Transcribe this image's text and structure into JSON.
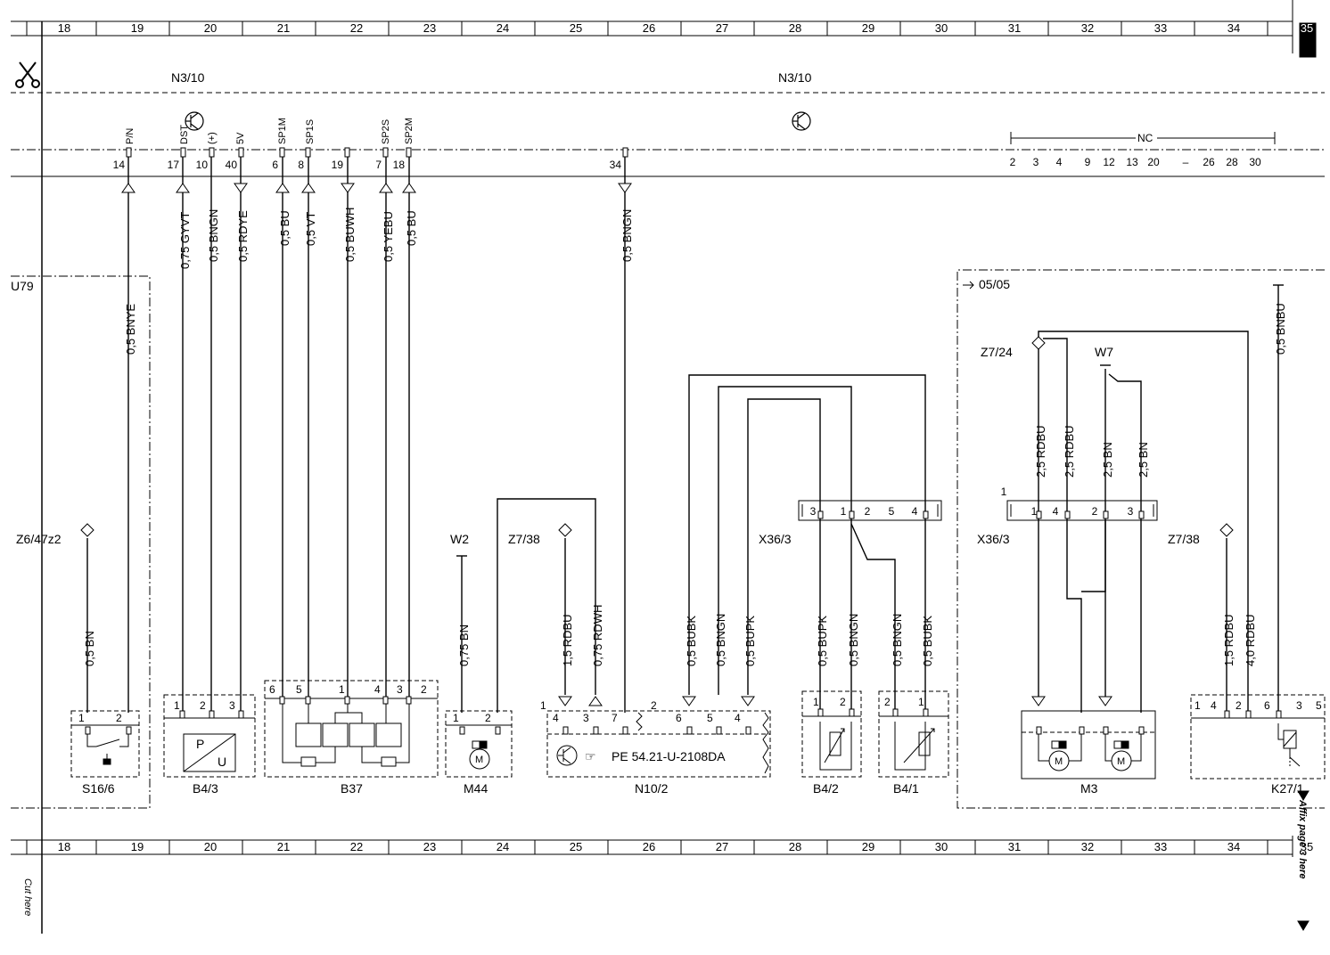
{
  "grid_numbers": [
    "18",
    "19",
    "20",
    "21",
    "22",
    "23",
    "24",
    "25",
    "26",
    "27",
    "28",
    "29",
    "30",
    "31",
    "32",
    "33",
    "34",
    "35"
  ],
  "unit_labels": {
    "n3_10_left": "N3/10",
    "n3_10_right": "N3/10",
    "u79": "U79",
    "date_0505": "05/05",
    "nc": "NC"
  },
  "top_signals": {
    "p_n": "P/N",
    "dst": "DST",
    "plus": "(+)",
    "sv5": "5V",
    "sp1m": "SP1M",
    "sp1s": "SP1S",
    "sp2s": "SP2S",
    "sp2m": "SP2M"
  },
  "top_pins": {
    "p14": "14",
    "p17": "17",
    "p10": "10",
    "p40": "40",
    "p6": "6",
    "p8": "8",
    "p19": "19",
    "p7": "7",
    "p18": "18",
    "p34": "34",
    "nc_pins": [
      "2",
      "3",
      "4",
      "9",
      "12",
      "13",
      "20",
      "–",
      "26",
      "28",
      "30"
    ]
  },
  "wires": {
    "w_05bnye": "0,5 BNYE",
    "w_075gyvt": "0,75 GYVT",
    "w_05bngn_a": "0,5 BNGN",
    "w_05rdye": "0,5 RDYE",
    "w_05bu_a": "0,5 BU",
    "w_05vt": "0,5 VT",
    "w_05buwh": "0,5 BUWH",
    "w_05yebu": "0,5 YEBU",
    "w_05bu_b": "0,5 BU",
    "w_05bngn_top": "0,5 BNGN",
    "w_05bn_s16": "0,5 BN",
    "w_075bn_m44": "0,75 BN",
    "w_15rdbu_n10": "1,5 RDBU",
    "w_075rdwh": "0,75 RDWH",
    "w_05bubk_a": "0,5 BUBK",
    "w_05bngn_b": "0,5 BNGN",
    "w_05bupk_a": "0,5 BUPK",
    "w_05bupk_b": "0,5 BUPK",
    "w_05bngn_c": "0,5 BNGN",
    "w_05bngn_d": "0,5 BNGN",
    "w_05bubk_b": "0,5 BUBK",
    "w_25rdbu_a": "2,5 RDBU",
    "w_25rdbu_b": "2,5 RDBU",
    "w_25bn_a": "2,5 BN",
    "w_25bn_b": "2,5 BN",
    "w_05bnbu": "0,5 BNBU",
    "w_15rdbu_k27": "1,5 RDBU",
    "w_40rdbu": "4,0 RDBU"
  },
  "ground_labels": {
    "z6_47z2": "Z6/47z2",
    "w2": "W2",
    "z7_38_a": "Z7/38",
    "x36_3_a": "X36/3",
    "z7_24": "Z7/24",
    "w7": "W7",
    "x36_3_b": "X36/3",
    "z7_38_b": "Z7/38"
  },
  "components": {
    "s16_6": "S16/6",
    "b4_3": "B4/3",
    "b37": "B37",
    "m44": "M44",
    "n10_2": "N10/2",
    "b4_2": "B4/2",
    "b4_1": "B4/1",
    "m3": "M3",
    "k27_1": "K27/1"
  },
  "component_pins": {
    "s16_1": "1",
    "s16_2": "2",
    "b43_1": "1",
    "b43_2": "2",
    "b43_3": "3",
    "b37_6": "6",
    "b37_5": "5",
    "b37_1": "1",
    "b37_4": "4",
    "b37_3": "3",
    "b37_2": "2",
    "m44_1": "1",
    "m44_2": "2",
    "n10_1": "1",
    "n10_4": "4",
    "n10_3": "3",
    "n10_7": "7",
    "n10_2": "2",
    "n10_6": "6",
    "n10_5": "5",
    "n10_4b": "4",
    "b42_1": "1",
    "b42_2": "2",
    "b41_2": "2",
    "b41_1": "1",
    "x36a_3": "3",
    "x36a_1": "1",
    "x36a_2": "2",
    "x36a_5": "5",
    "x36a_4": "4",
    "x36b_1top": "1",
    "x36b_1": "1",
    "x36b_4": "4",
    "x36b_2": "2",
    "x36b_3": "3",
    "k27_1": "1",
    "k27_4": "4",
    "k27_2": "2",
    "k27_6": "6",
    "k27_3": "3",
    "k27_5": "5"
  },
  "b4_3_letters": {
    "p": "P",
    "u": "U"
  },
  "n10_part_number": "PE 54.21-U-2108DA",
  "side_notes": {
    "cut_here": "Cut here",
    "affix_page": "Affix page 3 here"
  }
}
